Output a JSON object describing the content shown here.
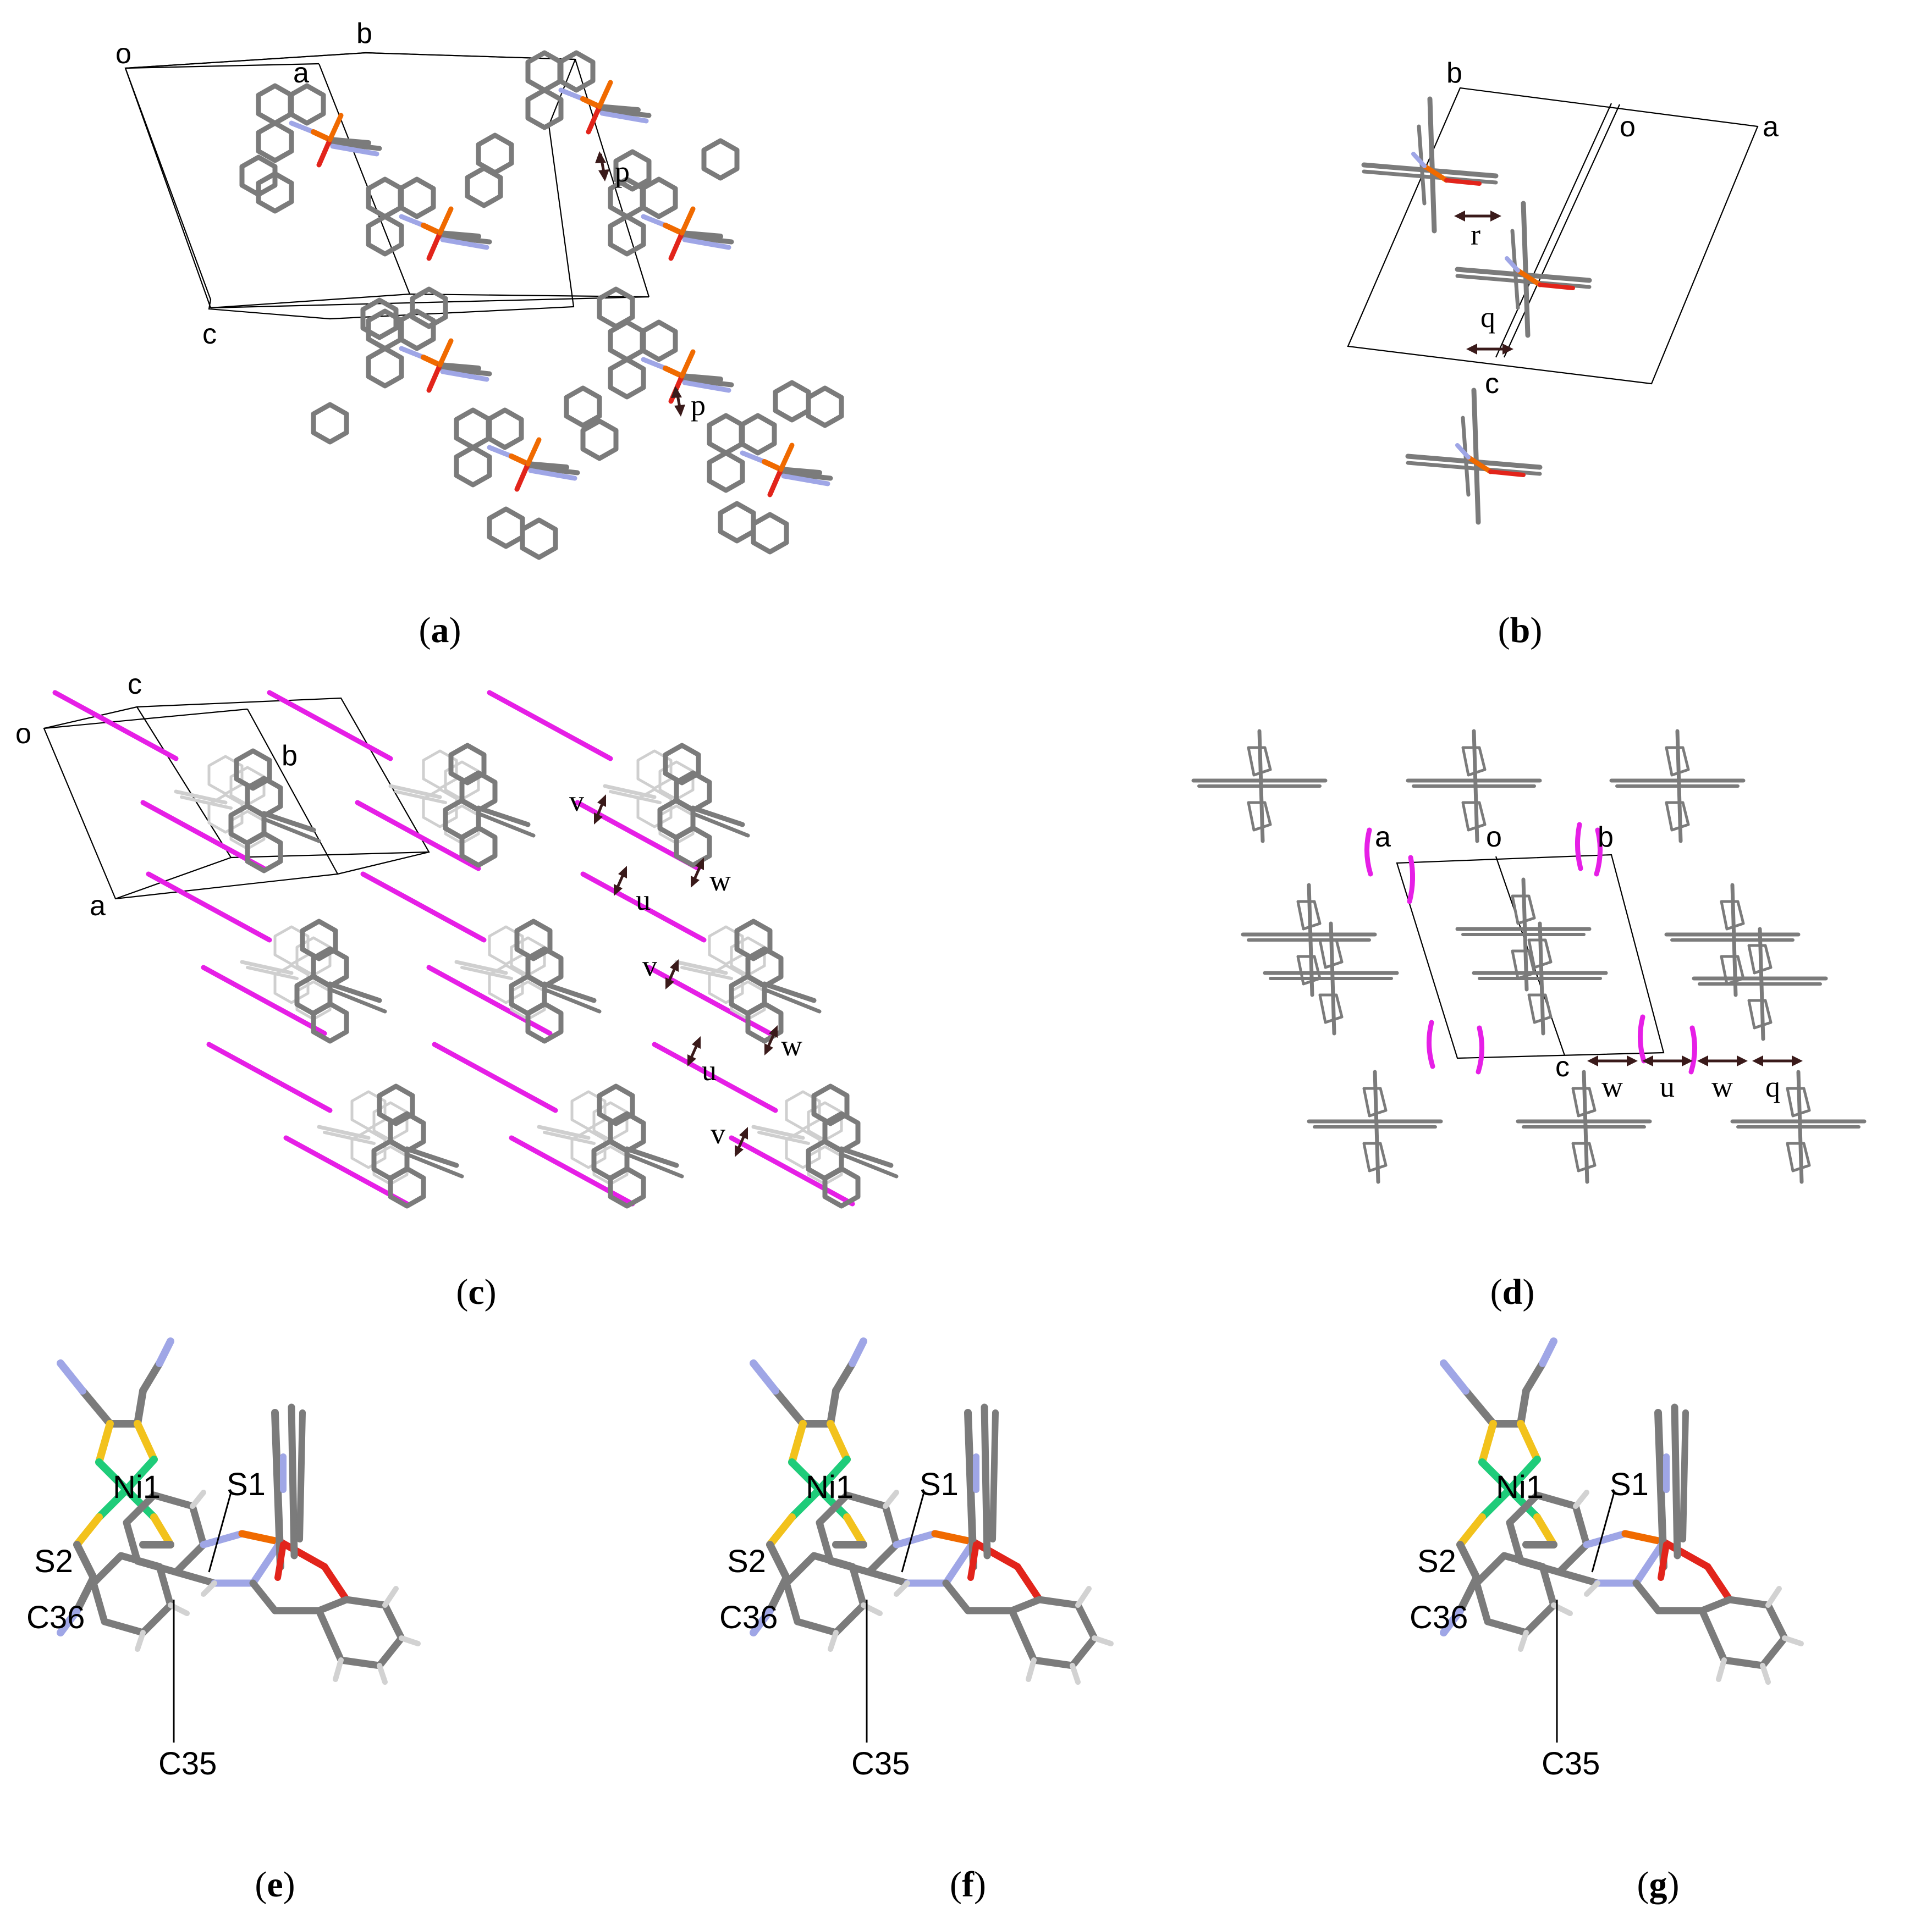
{
  "panels": {
    "a": {
      "caption": "(a)",
      "letter": "a",
      "axes": [
        "o",
        "b",
        "a",
        "c"
      ],
      "contacts": [
        "p",
        "p"
      ]
    },
    "b": {
      "caption": "(b)",
      "letter": "b",
      "axes": [
        "b",
        "o",
        "a",
        "c"
      ],
      "contacts": [
        "r",
        "q"
      ]
    },
    "c": {
      "caption": "(c)",
      "letter": "c",
      "axes": [
        "c",
        "o",
        "b",
        "a"
      ],
      "contacts": [
        "v",
        "u",
        "w",
        "v",
        "u",
        "w",
        "v"
      ]
    },
    "d": {
      "caption": "(d)",
      "letter": "d",
      "axes": [
        "a",
        "o",
        "b",
        "c"
      ],
      "contacts": [
        "w",
        "u",
        "w",
        "q"
      ]
    },
    "e": {
      "caption": "(e)",
      "letter": "e",
      "atoms": [
        "Ni1",
        "S1",
        "S2",
        "C36",
        "C35"
      ]
    },
    "f": {
      "caption": "(f)",
      "letter": "f",
      "atoms": [
        "Ni1",
        "S1",
        "S2",
        "C36",
        "C35"
      ]
    },
    "g": {
      "caption": "(g)",
      "letter": "g",
      "atoms": [
        "Ni1",
        "S1",
        "S2",
        "C36",
        "C35"
      ]
    }
  },
  "colors": {
    "carbon": "#7b7b7b",
    "nitrogen": "#9fa6e6",
    "oxygen": "#e2241b",
    "iron": "#f06a00",
    "sulfur": "#f2c21c",
    "nickel": "#1fcc7a",
    "hydrogen": "#d2d2d2",
    "anion_layer": "#e61fe6"
  }
}
